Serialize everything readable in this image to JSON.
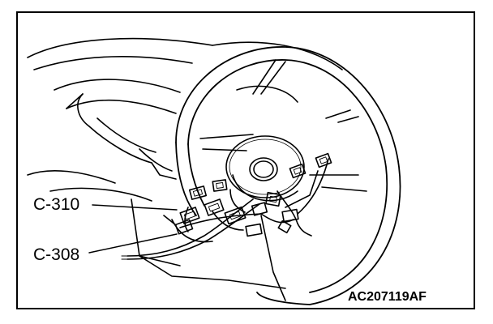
{
  "figure": {
    "id": "AC207119AF",
    "callouts": [
      {
        "key": "c310",
        "text": "C-310"
      },
      {
        "key": "c308",
        "text": "C-308"
      }
    ],
    "colors": {
      "line": "#000000",
      "background": "#ffffff"
    }
  }
}
